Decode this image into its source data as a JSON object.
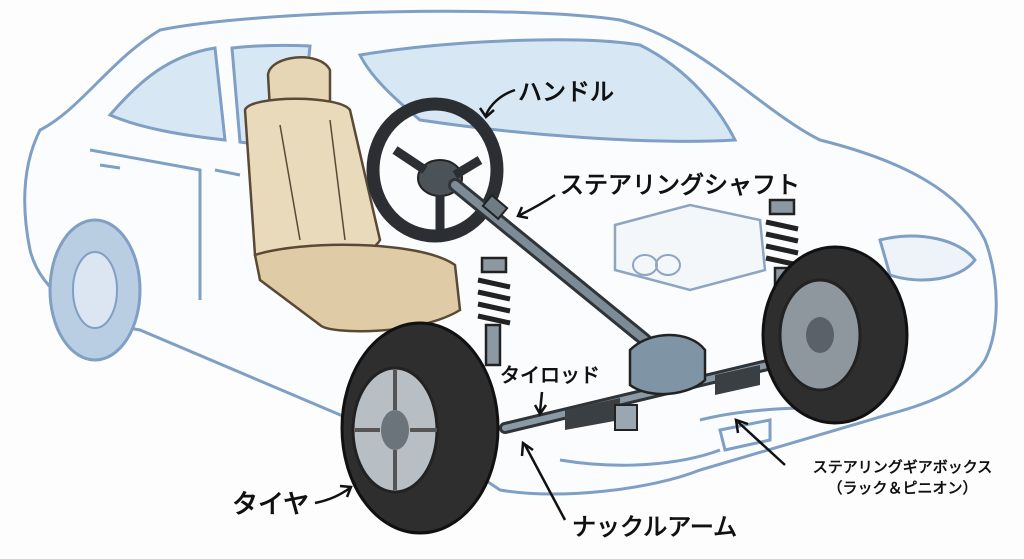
{
  "diagram": {
    "labels": {
      "handle": "ハンドル",
      "steering_shaft": "ステアリングシャフト",
      "tie_rod": "タイロッド",
      "tire": "タイヤ",
      "knuckle_arm": "ナックルアーム",
      "gearbox_line1": "ステアリングギアボックス",
      "gearbox_line2": "（ラック＆ピニオン）"
    },
    "colors": {
      "car_outline": "#7f9fc4",
      "glass": "#cfe3f1",
      "seat": "#e6d6b5",
      "tire": "#2e2e2e",
      "metal": "#8a9aa5"
    }
  }
}
